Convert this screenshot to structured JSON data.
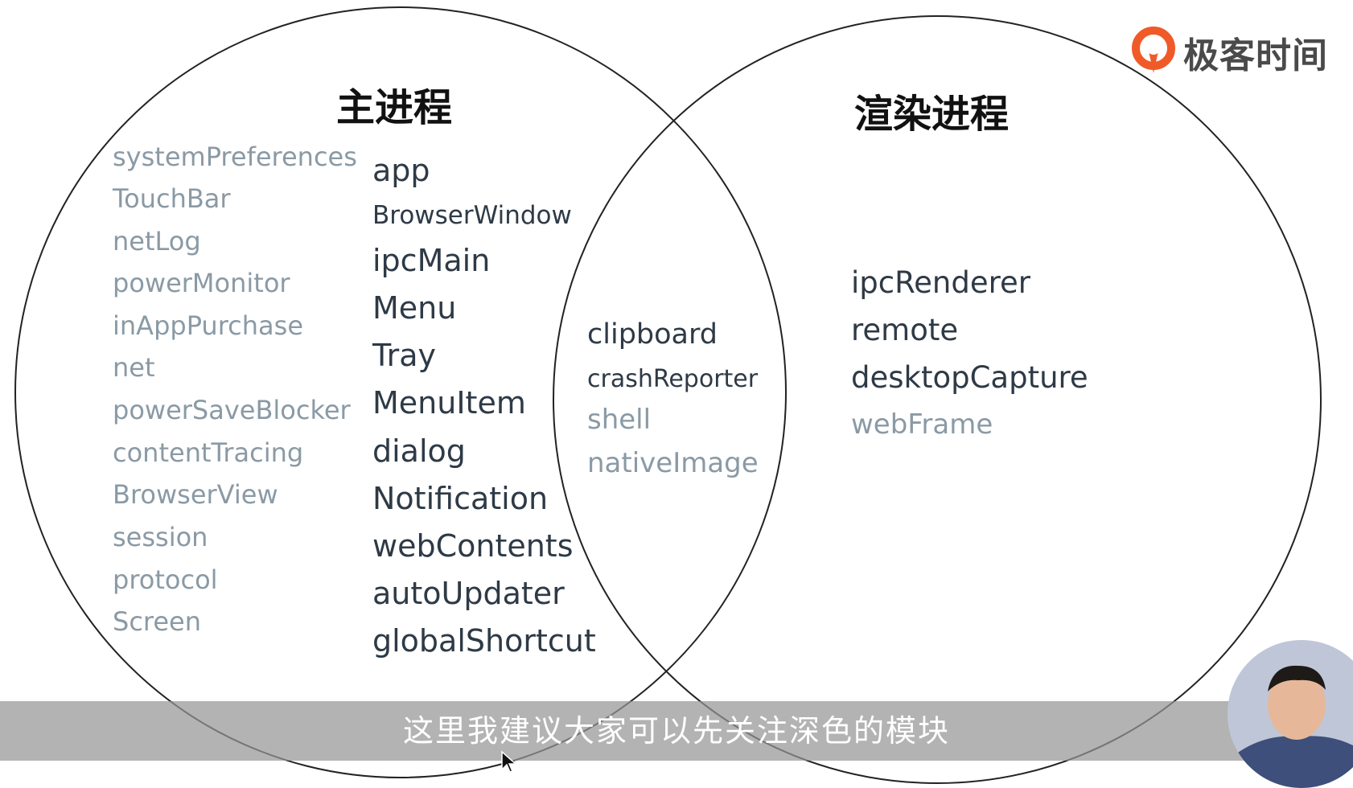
{
  "diagram": {
    "main_process": {
      "title": "主进程",
      "light_items": [
        "systemPreferences",
        "TouchBar",
        "netLog",
        "powerMonitor",
        "inAppPurchase",
        "net",
        "powerSaveBlocker",
        "contentTracing",
        "BrowserView",
        "session",
        "protocol",
        "Screen"
      ],
      "dark_items": [
        "app",
        "BrowserWindow",
        "ipcMain",
        "Menu",
        "Tray",
        "MenuItem",
        "dialog",
        "Notification",
        "webContents",
        "autoUpdater",
        "globalShortcut"
      ]
    },
    "shared": {
      "dark_items": [
        "clipboard",
        "crashReporter"
      ],
      "light_items": [
        "shell",
        "nativeImage"
      ]
    },
    "renderer_process": {
      "title": "渲染进程",
      "dark_items": [
        "ipcRenderer",
        "remote",
        "desktopCapture"
      ],
      "light_items": [
        "webFrame"
      ]
    }
  },
  "brand": {
    "name": "极客时间",
    "icon": "geektime-logo-icon",
    "color": "#f05a28"
  },
  "subtitle": {
    "text": "这里我建议大家可以先关注深色的模块"
  },
  "colors": {
    "dark_text": "#2e3a46",
    "light_text": "#8a9aa5",
    "circle_stroke": "#222222"
  }
}
